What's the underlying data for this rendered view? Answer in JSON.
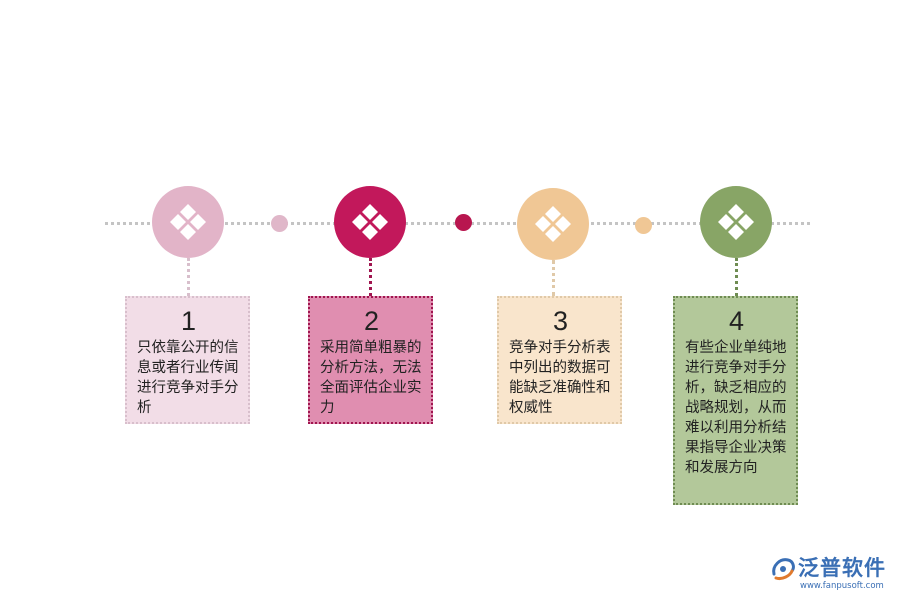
{
  "steps": [
    {
      "number": "1",
      "text": "只依靠公开的信息或者行业传闻进行竞争对手分析",
      "circle_color": "#e2b4c8",
      "card_bg": "#f2dde7",
      "border_color": "#d8bfcc",
      "dot_color": "#e0b7c9",
      "connector_color": "#d8bfcc"
    },
    {
      "number": "2",
      "text": "采用简单粗暴的分析方法，无法全面评估企业实力",
      "circle_color": "#c2185b",
      "card_bg": "#e08eb0",
      "border_color": "#a0154f",
      "dot_color": "#b8164f",
      "connector_color": "#a0154f"
    },
    {
      "number": "3",
      "text": "竞争对手分析表中列出的数据可能缺乏准确性和权威性",
      "circle_color": "#f0c795",
      "card_bg": "#f9e5cc",
      "border_color": "#e0c9a8",
      "dot_color": "#f0c795",
      "connector_color": "#e0c9a8"
    },
    {
      "number": "4",
      "text": "有些企业单纯地进行竞争对手分析，缺乏相应的战略规划，从而难以利用分析结果指导企业决策和发展方向",
      "circle_color": "#88a566",
      "card_bg": "#b3c89a",
      "border_color": "#6f8c52",
      "dot_color": "",
      "connector_color": "#6f8c52"
    }
  ],
  "icon": "four-diamonds-icon",
  "logo": {
    "name": "泛普软件",
    "url": "www.fanpusoft.com",
    "color": "#3a6fb5"
  }
}
